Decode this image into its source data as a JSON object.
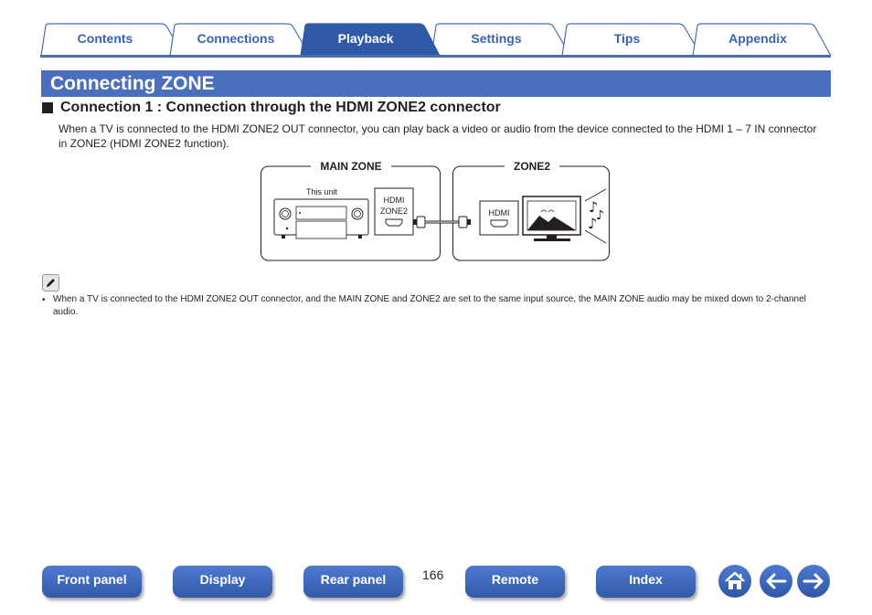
{
  "tabs": [
    {
      "label": "Contents",
      "active": false
    },
    {
      "label": "Connections",
      "active": false
    },
    {
      "label": "Playback",
      "active": true
    },
    {
      "label": "Settings",
      "active": false
    },
    {
      "label": "Tips",
      "active": false
    },
    {
      "label": "Appendix",
      "active": false
    }
  ],
  "section_title": "Connecting ZONE",
  "subheading": "Connection 1 : Connection through the HDMI ZONE2 connector",
  "description": "When a TV is connected to the HDMI ZONE2 OUT connector, you can play back a video or audio from the device connected to the HDMI 1 – 7 IN connector in ZONE2 (HDMI ZONE2 function).",
  "diagram": {
    "main_zone_label": "MAIN ZONE",
    "zone2_label": "ZONE2",
    "this_unit_label": "This unit",
    "hdmi_zone2_label_1": "HDMI",
    "hdmi_zone2_label_2": "ZONE2",
    "tv_hdmi_label": "HDMI"
  },
  "note": {
    "icon": "pencil-icon",
    "bullet": "•",
    "text": "When a TV is connected to the HDMI ZONE2 OUT connector, and the MAIN ZONE and ZONE2 are set to the same input source, the MAIN ZONE audio may be mixed down to 2-channel audio."
  },
  "footer": {
    "front_panel": "Front panel",
    "display": "Display",
    "rear_panel": "Rear panel",
    "page_number": "166",
    "remote": "Remote",
    "index": "Index",
    "home_icon": "home-icon",
    "back_icon": "arrow-left-icon",
    "forward_icon": "arrow-right-icon"
  },
  "colors": {
    "accent": "#4a6fbd",
    "tab_text": "#3a63b4",
    "active_tab": "#2f5aa8"
  }
}
